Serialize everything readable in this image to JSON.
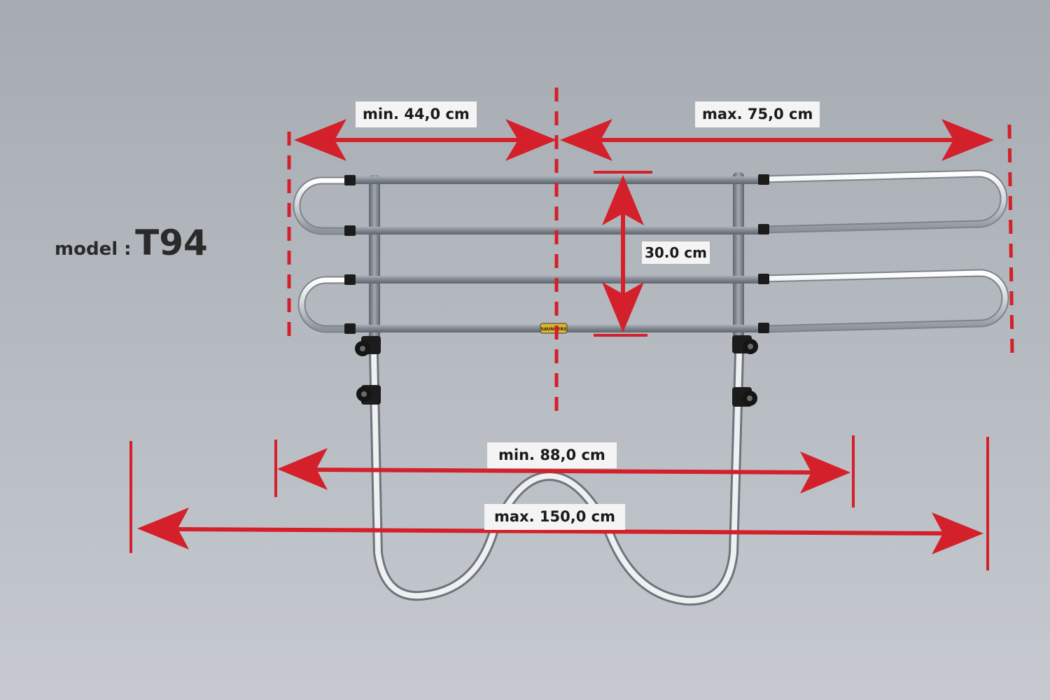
{
  "model": {
    "prefix": "model :",
    "code": "T94"
  },
  "dimensions": {
    "segment_min": "min. 44,0 cm",
    "segment_max": "max. 75,0 cm",
    "height": "30.0 cm",
    "width_min": "min. 88,0 cm",
    "width_max": "max. 150,0 cm"
  },
  "brand_tag": "SAUNDERS",
  "colors": {
    "arrow": "#d4202a",
    "background": "#b4b9bf",
    "bar": "#8e959e",
    "chrome": "#e6e9ec"
  }
}
